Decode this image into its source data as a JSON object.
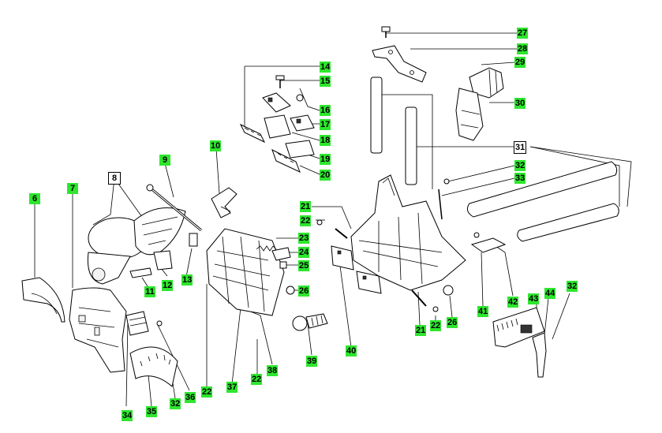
{
  "labels": {
    "p6": "6",
    "p7": "7",
    "p8": "8",
    "p9": "9",
    "p10": "10",
    "p11": "11",
    "p12": "12",
    "p13": "13",
    "p14": "14",
    "p15": "15",
    "p16": "16",
    "p17": "17",
    "p18": "18",
    "p19": "19",
    "p20": "20",
    "p21a": "21",
    "p21b": "21",
    "p22a": "22",
    "p22b": "22",
    "p22c": "22",
    "p22d": "22",
    "p23": "23",
    "p24": "24",
    "p25": "25",
    "p26a": "26",
    "p26b": "26",
    "p27": "27",
    "p28": "28",
    "p29": "29",
    "p30": "30",
    "p31": "31",
    "p32a": "32",
    "p32b": "32",
    "p32c": "32",
    "p33": "33",
    "p34": "34",
    "p35": "35",
    "p36": "36",
    "p37": "37",
    "p38": "38",
    "p39": "39",
    "p40": "40",
    "p41": "41",
    "p42": "42",
    "p43": "43",
    "p44": "44"
  },
  "colors": {
    "label_bg": "#2ee62e",
    "line": "#000000",
    "background": "#ffffff"
  }
}
